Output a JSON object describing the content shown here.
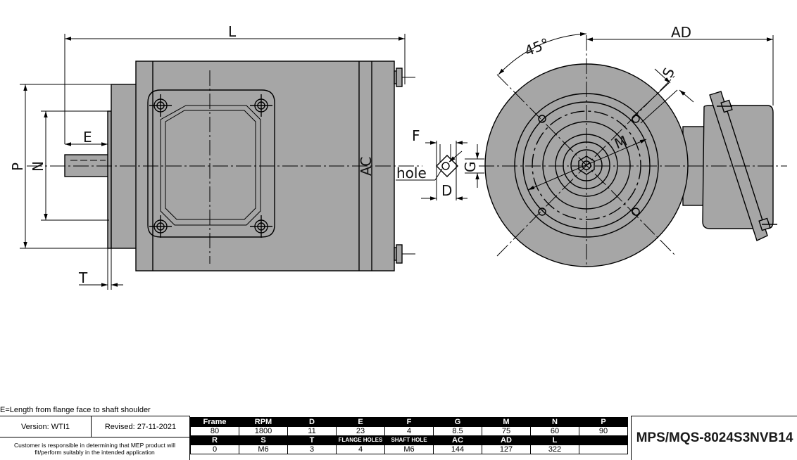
{
  "labels": {
    "L": "L",
    "AD": "AD",
    "angle": "45°",
    "S": "S",
    "E": "E",
    "F": "F",
    "P": "P",
    "N": "N",
    "AC": "AC",
    "M": "M",
    "hole": "hole",
    "G": "G",
    "D": "D",
    "T": "T"
  },
  "note": "E=Length from flange face to shaft shoulder",
  "titleblock": {
    "version": "Version: WTI1",
    "revised": "Revised: 27-11-2021",
    "disclaimer_line1": "Customer is responsible in determining that MEP product will",
    "disclaimer_line2": "fit/perform suitably in the intended application"
  },
  "spec_table": {
    "header1": [
      "Frame",
      "RPM",
      "D",
      "E",
      "F",
      "G",
      "M",
      "N",
      "P"
    ],
    "row1": [
      "80",
      "1800",
      "11",
      "23",
      "4",
      "8.5",
      "75",
      "60",
      "90"
    ],
    "header2": [
      "R",
      "S",
      "T",
      "FLANGE HOLES",
      "SHAFT HOLE",
      "AC",
      "AD",
      "L",
      ""
    ],
    "row2": [
      "0",
      "M6",
      "3",
      "4",
      "M6",
      "144",
      "127",
      "322",
      ""
    ]
  },
  "model": "MPS/MQS-8024S3NVB14"
}
